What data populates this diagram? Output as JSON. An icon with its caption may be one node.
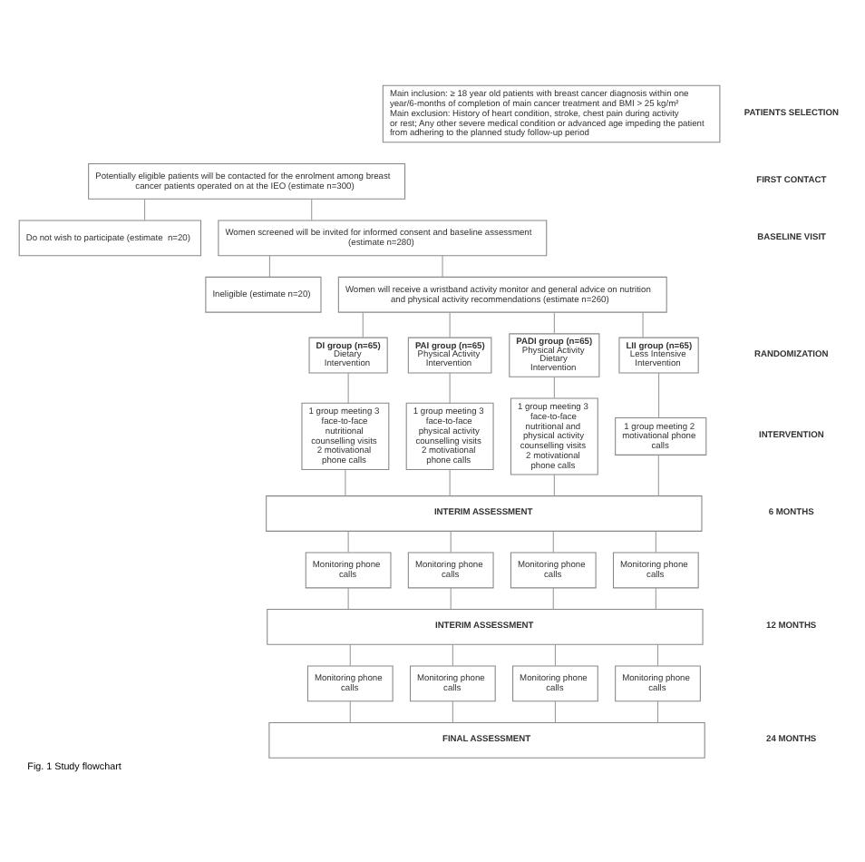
{
  "diagram": {
    "caption": "Fig. 1 Study flowchart",
    "nodes": [
      {
        "text": [
          "Main inclusion: ≥ 18 year old patients with breast cancer diagnosis within one year/6-months of completion of main cancer treatment and BMI > 25 kg/m²",
          "Main exclusion: History of heart condition, stroke, chest pain during activity or rest; Any other severe medical condition or advanced age impeding the patient from adhering to the planned study follow-up period"
        ]
      },
      {
        "text": [
          "Potentially eligible patients will be contacted for the enrolment among breast cancer patients operated on at the IEO (estimate n=300)"
        ]
      },
      {
        "text": [
          "Do not wish to participate (estimate  n=20)"
        ]
      },
      {
        "text": [
          "Women screened will be invited for informed consent and baseline assessment (estimate n=280)"
        ]
      },
      {
        "text": [
          "Ineligible (estimate n=20)"
        ]
      },
      {
        "text": [
          "Women will receive a wristband activity monitor and general advice on nutrition and physical activity recommendations (estimate n=260)"
        ]
      },
      {
        "text": [
          "DI group (n=65)",
          "Dietary Intervention"
        ]
      },
      {
        "text": [
          "PAI group (n=65)",
          "Physical Activity Intervention"
        ]
      },
      {
        "text": [
          "PADI group (n=65)",
          "Physical Activity Dietary Intervention"
        ]
      },
      {
        "text": [
          "LII group (n=65)",
          "Less Intensive Intervention"
        ]
      },
      {
        "text": [
          "1 group meeting 3 face-to-face nutritional counselling visits 2 motivational phone calls"
        ]
      },
      {
        "text": [
          "1 group meeting 3 face-to-face physical activity counselling visits 2 motivational phone calls"
        ]
      },
      {
        "text": [
          "1 group meeting 3 face-to-face nutritional and physical activity counselling visits 2 motivational phone calls"
        ]
      },
      {
        "text": [
          "1 group meeting 2 motivational phone calls"
        ]
      },
      {
        "text": [
          "INTERIM ASSESSMENT"
        ]
      },
      {
        "text": [
          "Monitoring phone calls"
        ]
      },
      {
        "text": [
          "Monitoring phone calls"
        ]
      },
      {
        "text": [
          "Monitoring phone calls"
        ]
      },
      {
        "text": [
          "Monitoring phone calls"
        ]
      },
      {
        "text": [
          "INTERIM ASSESSMENT"
        ]
      },
      {
        "text": [
          "Monitoring phone calls"
        ]
      },
      {
        "text": [
          "Monitoring phone calls"
        ]
      },
      {
        "text": [
          "Monitoring phone calls"
        ]
      },
      {
        "text": [
          "Monitoring phone calls"
        ]
      },
      {
        "text": [
          "FINAL ASSESSMENT"
        ]
      }
    ],
    "edges": [
      {
        "from": 1,
        "to": 2,
        "arrow": "none"
      },
      {
        "from": 1,
        "to": 3,
        "arrow": "none"
      },
      {
        "from": 3,
        "to": 4,
        "arrow": "none"
      },
      {
        "from": 3,
        "to": 5,
        "arrow": "none"
      },
      {
        "from": 5,
        "to": 6,
        "arrow": "none"
      },
      {
        "from": 5,
        "to": 7,
        "arrow": "none"
      },
      {
        "from": 5,
        "to": 8,
        "arrow": "none"
      },
      {
        "from": 5,
        "to": 9,
        "arrow": "none"
      },
      {
        "from": 6,
        "to": 10,
        "arrow": "none"
      },
      {
        "from": 7,
        "to": 11,
        "arrow": "none"
      },
      {
        "from": 8,
        "to": 12,
        "arrow": "none"
      },
      {
        "from": 9,
        "to": 13,
        "arrow": "none"
      },
      {
        "from": 10,
        "to": 14,
        "arrow": "none"
      },
      {
        "from": 11,
        "to": 14,
        "arrow": "none"
      },
      {
        "from": 12,
        "to": 14,
        "arrow": "none"
      },
      {
        "from": 13,
        "to": 14,
        "arrow": "none"
      },
      {
        "from": 14,
        "to": 15,
        "arrow": "none"
      },
      {
        "from": 14,
        "to": 16,
        "arrow": "none"
      },
      {
        "from": 14,
        "to": 17,
        "arrow": "none"
      },
      {
        "from": 14,
        "to": 18,
        "arrow": "none"
      },
      {
        "from": 15,
        "to": 19,
        "arrow": "none"
      },
      {
        "from": 16,
        "to": 19,
        "arrow": "none"
      },
      {
        "from": 17,
        "to": 19,
        "arrow": "none"
      },
      {
        "from": 18,
        "to": 19,
        "arrow": "none"
      },
      {
        "from": 19,
        "to": 20,
        "arrow": "none"
      },
      {
        "from": 19,
        "to": 21,
        "arrow": "none"
      },
      {
        "from": 19,
        "to": 22,
        "arrow": "none"
      },
      {
        "from": 19,
        "to": 23,
        "arrow": "none"
      },
      {
        "from": 20,
        "to": 24,
        "arrow": "none"
      },
      {
        "from": 21,
        "to": 24,
        "arrow": "none"
      },
      {
        "from": 22,
        "to": 24,
        "arrow": "none"
      },
      {
        "from": 23,
        "to": 24,
        "arrow": "none"
      }
    ],
    "labels": [
      "PATIENTS SELECTION",
      "FIRST CONTACT",
      "BASELINE VISIT",
      "RANDOMIZATION",
      "INTERVENTION",
      "6 MONTHS",
      "12 MONTHS",
      "24 MONTHS"
    ]
  }
}
